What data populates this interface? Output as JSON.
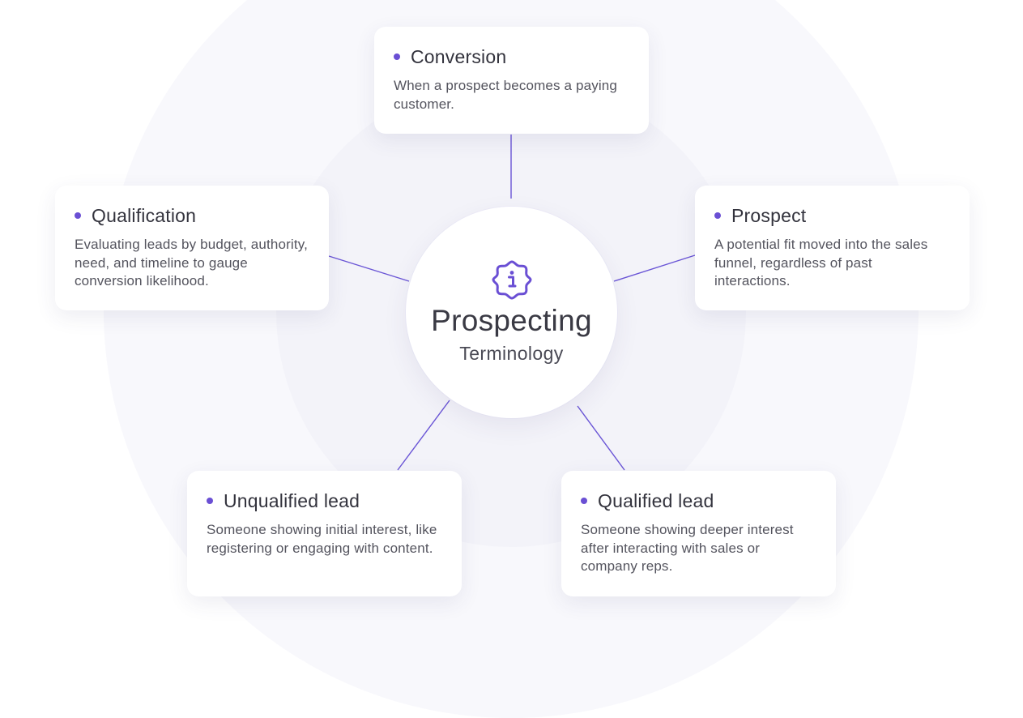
{
  "hub": {
    "title": "Prospecting",
    "subtitle": "Terminology",
    "icon": "info-badge-icon"
  },
  "colors": {
    "accent": "#6a4fd4",
    "connector": "#6a55d6",
    "background_ring": "#f8f8fc"
  },
  "terms": {
    "conversion": {
      "title": "Conversion",
      "description": "When a prospect becomes a paying customer."
    },
    "qualification": {
      "title": "Qualification",
      "description": "Evaluating leads by budget, authority, need, and timeline to gauge conversion likelihood."
    },
    "prospect": {
      "title": "Prospect",
      "description": "A potential fit moved into the sales funnel, regardless of past interactions."
    },
    "unqualified_lead": {
      "title": "Unqualified lead",
      "description": "Someone showing initial interest, like registering or engaging with content."
    },
    "qualified_lead": {
      "title": "Qualified lead",
      "description": "Someone showing deeper interest after interacting with sales or company reps."
    }
  }
}
